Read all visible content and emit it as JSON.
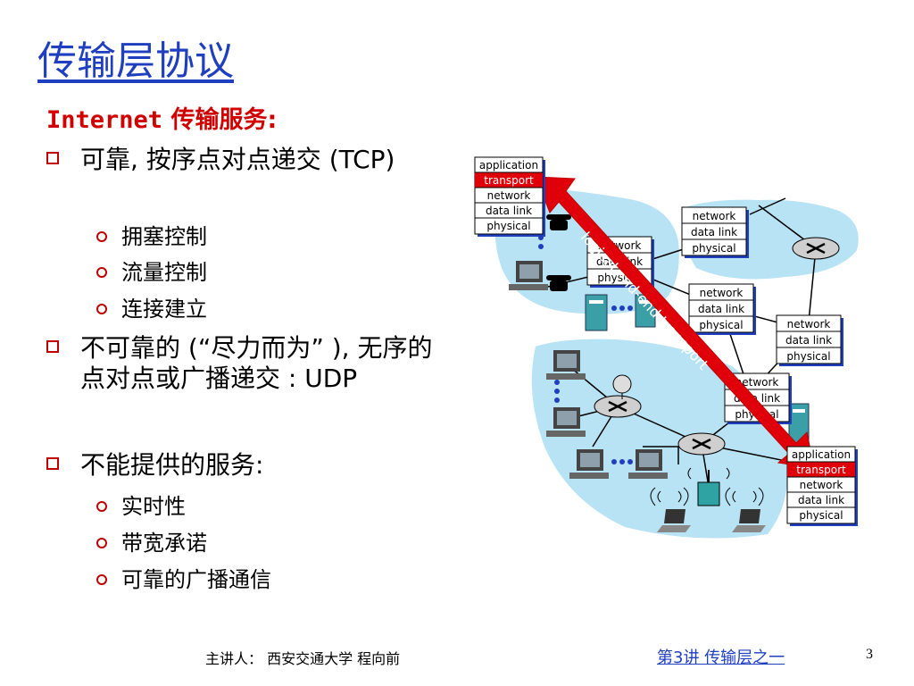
{
  "title": "传输层协议",
  "subheading": {
    "prefix": "Internet",
    "rest": " 传输服务:"
  },
  "bullets": [
    {
      "text": "可靠, 按序点对点递交 (TCP)"
    },
    {
      "text": "拥塞控制"
    },
    {
      "text": "流量控制"
    },
    {
      "text": "连接建立"
    },
    {
      "text": "不可靠的 (“尽力而为” ), 无序的点对点或广播递交 : UDP"
    },
    {
      "text": "不能提供的服务:"
    },
    {
      "text": "实时性"
    },
    {
      "text": "带宽承诺"
    },
    {
      "text": "可靠的广播通信"
    }
  ],
  "diagram": {
    "host_stack": [
      "application",
      "transport",
      "network",
      "data link",
      "physical"
    ],
    "router_stack": [
      "network",
      "data link",
      "physical"
    ],
    "arrow_label": "logical end-end transport",
    "colors": {
      "cloud": "#b7e3f4",
      "arrow": "#e0000a",
      "transport_highlight": "#e0000a",
      "box_border": "#1f3fbf"
    }
  },
  "footer": {
    "presenter": "主讲人： 西安交通大学  程向前",
    "lecture": "第3讲  传输层之一",
    "page": "3"
  }
}
